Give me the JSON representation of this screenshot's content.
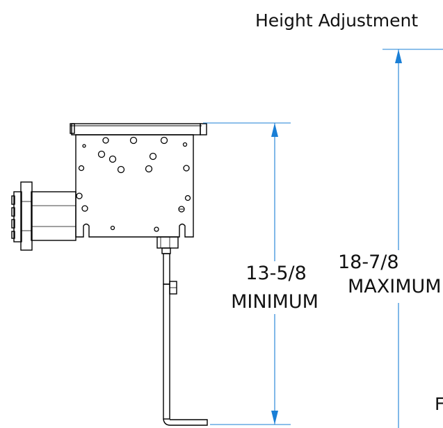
{
  "title": "Height Adjustment",
  "dimensions": {
    "minimum": {
      "value": "13-5/8",
      "label": "MINIMUM"
    },
    "maximum": {
      "value": "18-7/8",
      "label": "MAXIMUM"
    }
  },
  "cut_label": "F",
  "colors": {
    "dimension_line": "#1a7fd6",
    "drawing_line": "#000000"
  }
}
